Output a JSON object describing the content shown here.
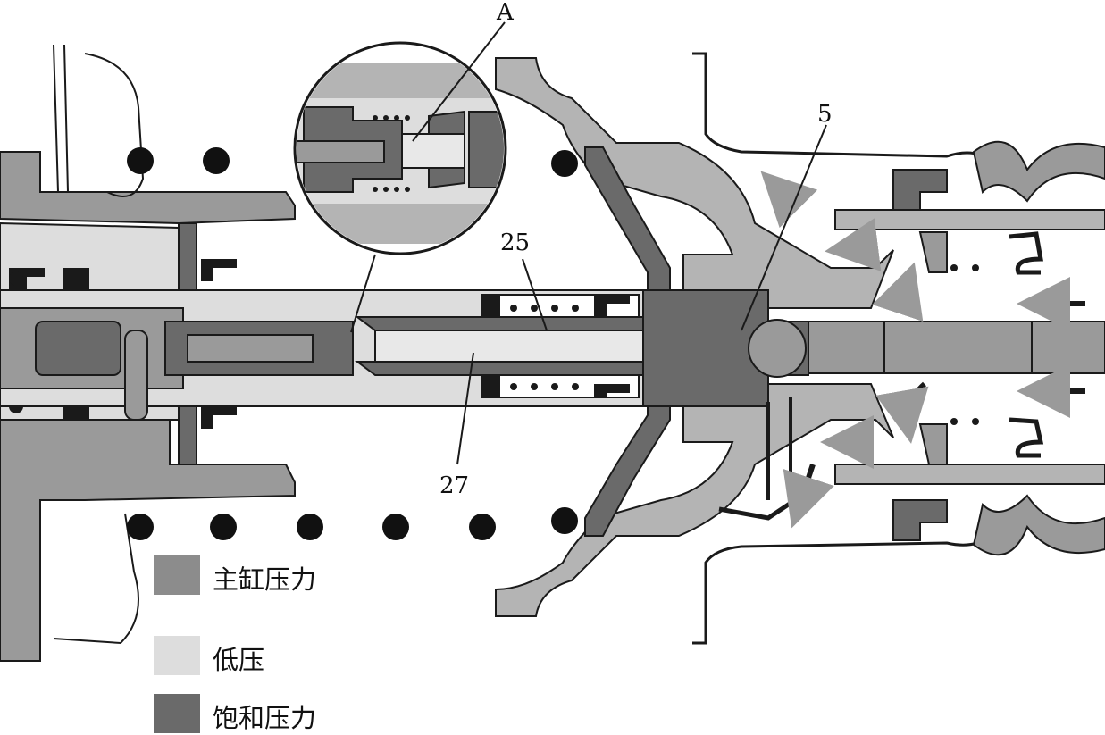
{
  "callouts": {
    "a": "A",
    "n5": "5",
    "n25": "25",
    "n27": "27"
  },
  "legend": [
    {
      "label": "主缸压力",
      "color": "#8c8c8c"
    },
    {
      "label": "低压",
      "color": "#dddddd"
    },
    {
      "label": "饱和压力",
      "color": "#6a6a6a"
    }
  ],
  "colors": {
    "outline": "#1a1a1a",
    "master_pressure": "#8c8c8c",
    "low_pressure": "#dddddd",
    "saturation_pressure": "#6a6a6a",
    "housing": "#9a9a9a",
    "background": "#ffffff"
  },
  "icons": [
    "ball-bearing-icon",
    "flow-arrow-icon",
    "spring-coil-icon"
  ]
}
